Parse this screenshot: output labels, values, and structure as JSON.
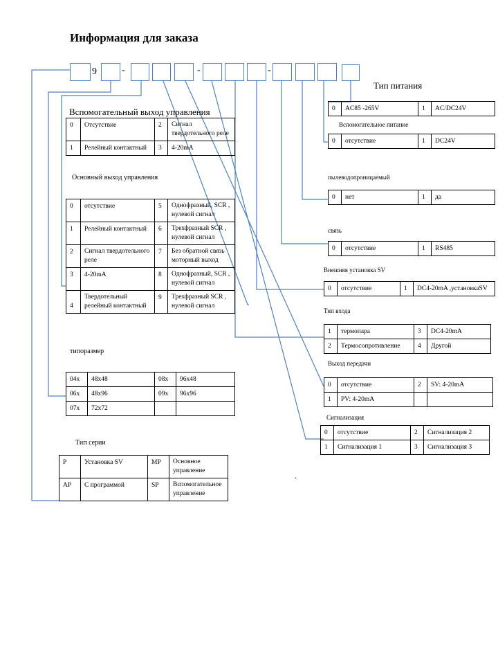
{
  "title": "Информация для заказа",
  "code": {
    "digit": "9",
    "dash": "-"
  },
  "stray_dot": ".",
  "series": {
    "label": "Тип серии",
    "rows": [
      [
        "P",
        "Установка SV",
        "MP",
        "Основное управление"
      ],
      [
        "AP",
        "С программой",
        "SP",
        "Вспомогательное управление"
      ]
    ]
  },
  "size": {
    "label": "типоразмер",
    "rows": [
      [
        "04x",
        "48x48",
        "08x",
        "96x48"
      ],
      [
        "06x",
        "48x96",
        "09x",
        "96x96"
      ],
      [
        "07x",
        "72x72",
        "",
        ""
      ]
    ]
  },
  "main_out": {
    "label": "Основный выход управления",
    "rows": [
      [
        "0",
        "отсутствие",
        "5",
        "Однофразный, SCR , нулевой сигнал"
      ],
      [
        "1",
        "Релейный контактный",
        "6",
        "Трехфразный SCR , нулевой сигнал"
      ],
      [
        "2",
        "Сигнал твердотельного реле",
        "7",
        "Без обратной связь моторный выход"
      ],
      [
        "3",
        "4-20mA",
        "8",
        "Однофразный, SCR , нулевой сигнал"
      ],
      [
        "4",
        "Твердотельный релейный контактный",
        "9",
        "Трехфразный SCR , нулевой сигнал"
      ]
    ]
  },
  "aux_out": {
    "label": "Вспомогательный выход управления",
    "rows": [
      [
        "0",
        "Отсутствие",
        "2",
        "Сигнал твердотельного реле"
      ],
      [
        "1",
        "Релейный контактный",
        "3",
        "4-20mA"
      ]
    ]
  },
  "power": {
    "label": "Тип питания",
    "rows": [
      [
        "0",
        "AC85 -265V",
        "1",
        "AC/DC24V"
      ]
    ]
  },
  "aux_power": {
    "label": "Вспомогательное питание",
    "rows": [
      [
        "0",
        "отсутствие",
        "1",
        "DC24V"
      ]
    ]
  },
  "dustproof": {
    "label": "пылеводопроницаемый",
    "rows": [
      [
        "0",
        "нет",
        "1",
        "да"
      ]
    ]
  },
  "comm": {
    "label": "связь",
    "rows": [
      [
        "0",
        "отсутствие",
        "1",
        "RS485"
      ]
    ]
  },
  "ext_sv": {
    "label": "Внешняя установка SV",
    "rows": [
      [
        "0",
        "отсутствие",
        "1",
        "DC4-20mA ,установкаSV"
      ]
    ]
  },
  "input": {
    "label": "Тип входа",
    "rows": [
      [
        "1",
        "термопара",
        "3",
        "DC4-20mA"
      ],
      [
        "2",
        "Термосопротивление",
        "4",
        "Другой"
      ]
    ]
  },
  "transmit": {
    "label": "Выход передачи",
    "rows": [
      [
        "0",
        "отсутствие",
        "2",
        "SV: 4-20mA"
      ],
      [
        "1",
        "PV: 4-20mA",
        "",
        ""
      ]
    ]
  },
  "alarm": {
    "label": "Сигнализация",
    "rows": [
      [
        "0",
        "отсутствие",
        "2",
        "Сигнализация 2"
      ],
      [
        "1",
        "Сигнализация 1",
        "3",
        "Сигнализация 3"
      ]
    ]
  },
  "colors": {
    "wire": "#4f81bd",
    "border": "#000000"
  }
}
